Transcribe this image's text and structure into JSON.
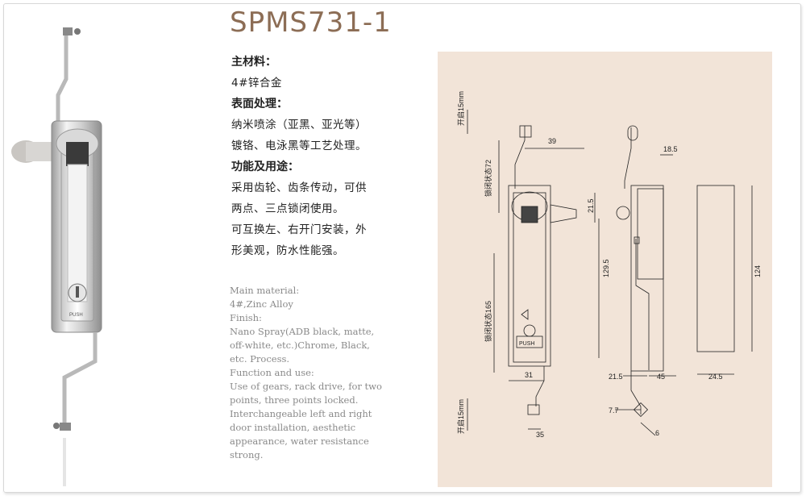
{
  "title": "SPMS731-1",
  "cn": {
    "main_material_label": "主材料：",
    "main_material_value": "4#锌合金",
    "finish_label": "表面处理：",
    "finish_line1": "纳米喷涂（亚黑、亚光等）",
    "finish_line2": "镀铬、电泳黑等工艺处理。",
    "function_label": "功能及用途：",
    "function_line1": "采用齿轮、齿条传动，可供",
    "function_line2": "两点、三点锁闭使用。",
    "function_line3": "可互换左、右开门安装，外",
    "function_line4": "形美观，防水性能强。"
  },
  "en": {
    "lines": [
      "Main material:",
      "4#,Zinc Alloy",
      "Finish:",
      "Nano Spray(ADB black, matte,",
      "off-white, etc.)Chrome, Black,",
      "etc. Process.",
      "Function and use:",
      "Use of gears, rack drive, for two",
      "points, three points locked.",
      "Interchangeable left and right",
      "door installation, aesthetic",
      "appearance, water resistance",
      "strong."
    ]
  },
  "drawing": {
    "open_top": "开启15mm",
    "open_bottom": "开启15mm",
    "lock_state_72": "锁闭状态72",
    "lock_state_165": "锁闭状态165",
    "dim_39": "39",
    "dim_21_5_top": "21.5",
    "dim_129_5": "129.5",
    "dim_31": "31",
    "dim_35": "35",
    "dim_18_5": "18.5",
    "dim_21_5_bottom": "21.5",
    "dim_45": "45",
    "dim_7_7": "7.7",
    "dim_6": "6",
    "dim_124": "124",
    "dim_24_5": "24.5",
    "push_label": "PUSH"
  },
  "photo": {
    "push_label": "PUSH"
  },
  "colors": {
    "title": "#8c6d55",
    "panel": "#f2e4d8",
    "english_text": "#8a8a8a"
  }
}
